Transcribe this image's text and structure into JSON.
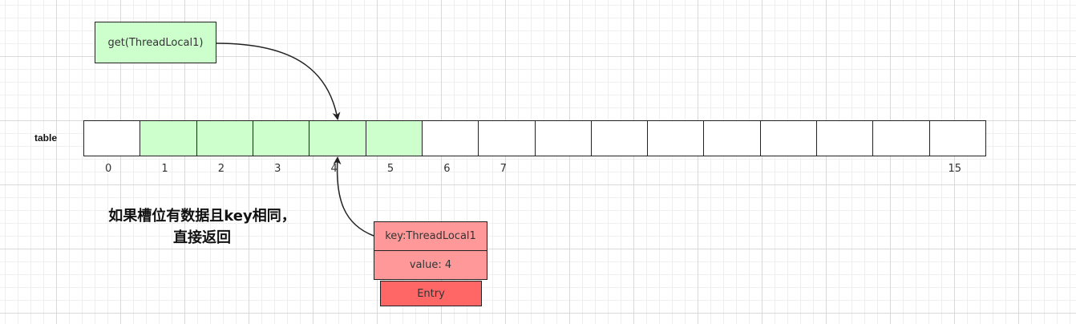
{
  "get_node": {
    "label": "get(ThreadLocal1)",
    "color": "#ccffcc"
  },
  "table": {
    "label": "table",
    "slot_count": 16,
    "filled_slots": [
      1,
      2,
      3,
      4,
      5
    ],
    "filled_color": "#ccffcc",
    "index_labels": [
      "0",
      "1",
      "2",
      "3",
      "4",
      "5",
      "6",
      "7",
      "15"
    ]
  },
  "caption": {
    "line1": "如果槽位有数据且key相同，",
    "line2": "直接返回"
  },
  "entry": {
    "key": "key:ThreadLocal1",
    "value": "value: 4",
    "label": "Entry",
    "key_color": "#ff9999",
    "label_color": "#ff6666"
  }
}
